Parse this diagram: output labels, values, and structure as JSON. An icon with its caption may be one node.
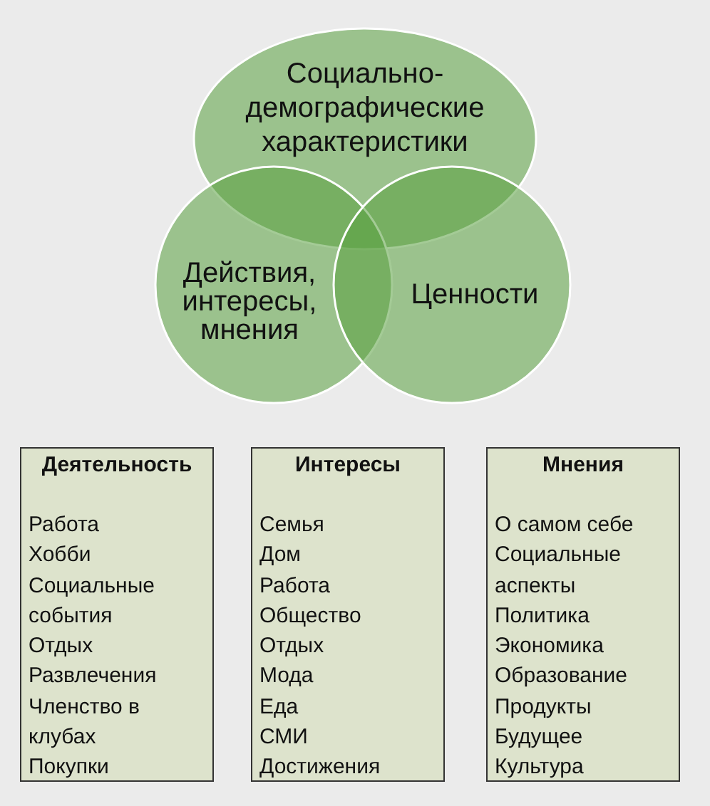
{
  "diagram": {
    "nodes": [
      {
        "text": [
          "Социально-демографические характеристики"
        ]
      },
      {
        "text": [
          "Действия, интересы, мнения"
        ]
      },
      {
        "text": [
          "Ценности"
        ]
      },
      {
        "text": [
          "Деятельность",
          "Работа",
          "Хобби",
          "Социальные события",
          "Отдых",
          "Развлечения",
          "Членство в клубах",
          "Покупки"
        ]
      },
      {
        "text": [
          "Интересы",
          "Семья",
          "Дом",
          "Работа",
          "Общество",
          "Отдых",
          "Мода",
          "Еда",
          "СМИ",
          "Достижения"
        ]
      },
      {
        "text": [
          "Мнения",
          "О самом себе",
          "Социальные аспекты",
          "Политика",
          "Экономика",
          "Образование",
          "Продукты",
          "Будущее",
          "Культура"
        ]
      }
    ]
  }
}
